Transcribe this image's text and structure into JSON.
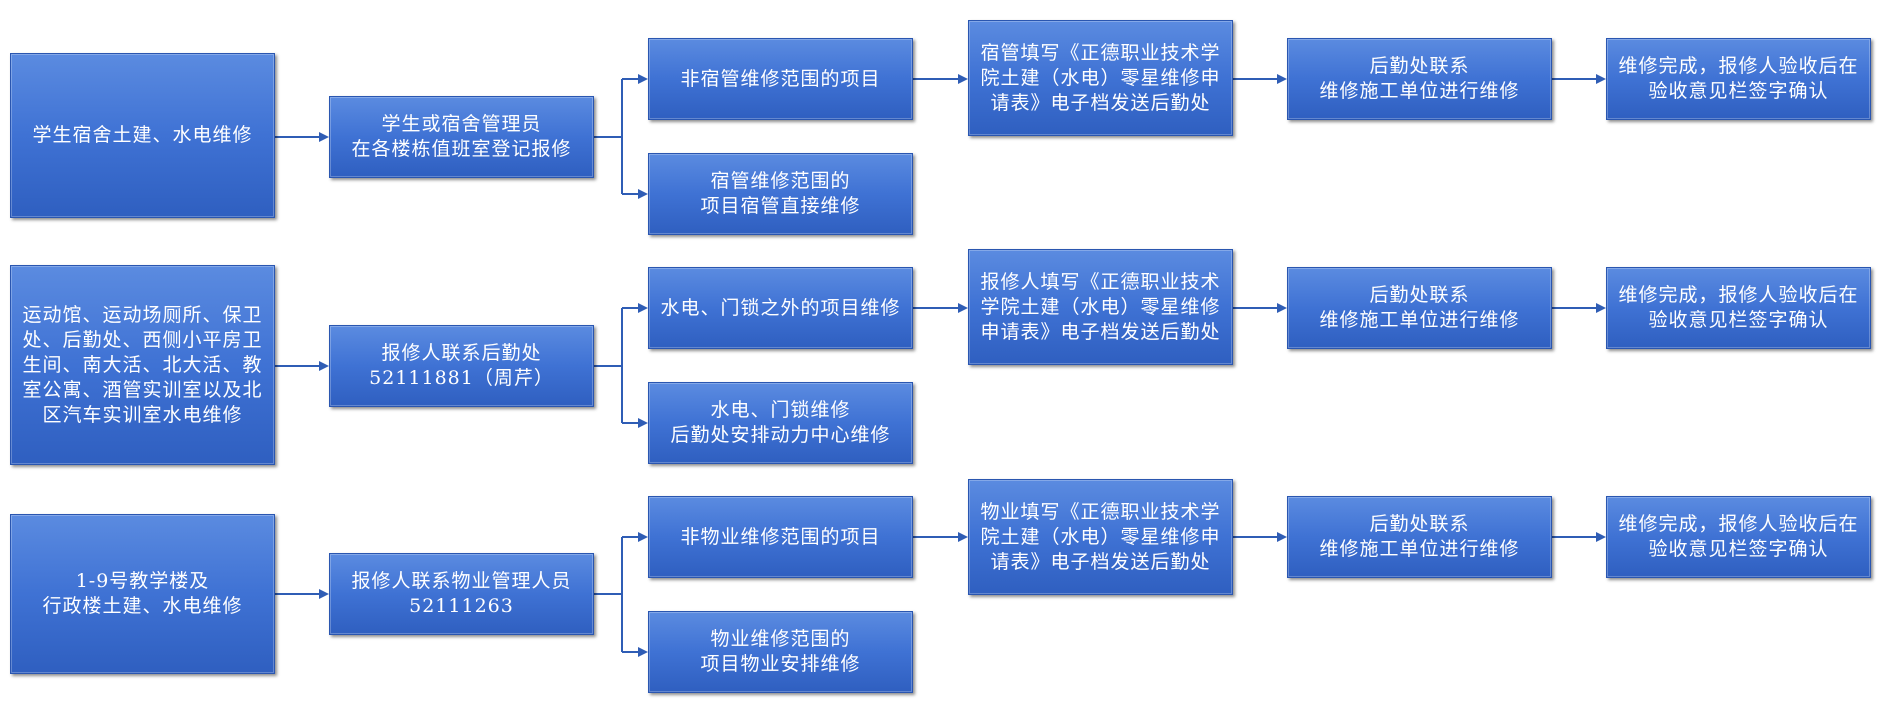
{
  "flows": [
    {
      "source": "学生宿舍土建、水电维修",
      "contact": "学生或宿舍管理员\n在各楼栋值班室登记报修",
      "branch_external": "非宿管维修范围的项目",
      "branch_internal": "宿管维修范围的\n项目宿管直接维修",
      "application": "宿管填写《正德职业技术学院土建（水电）零星维修申请表》电子档发送后勤处",
      "dispatch": "后勤处联系\n维修施工单位进行维修",
      "completion": "维修完成，报修人验收后在验收意见栏签字确认"
    },
    {
      "source": "运动馆、运动场厕所、保卫处、后勤处、西侧小平房卫生间、南大活、北大活、教室公寓、酒管实训室以及北区汽车实训室水电维修",
      "contact": "报修人联系后勤处\n52111881（周芹）",
      "branch_external": "水电、门锁之外的项目维修",
      "branch_internal": "水电、门锁维修\n后勤处安排动力中心维修",
      "application": "报修人填写《正德职业技术学院土建（水电）零星维修申请表》电子档发送后勤处",
      "dispatch": "后勤处联系\n维修施工单位进行维修",
      "completion": "维修完成，报修人验收后在验收意见栏签字确认"
    },
    {
      "source": "1-9号教学楼及\n行政楼土建、水电维修",
      "contact": "报修人联系物业管理人员\n52111263",
      "branch_external": "非物业维修范围的项目",
      "branch_internal": "物业维修范围的\n项目物业安排维修",
      "application": "物业填写《正德职业技术学院土建（水电）零星维修申请表》电子档发送后勤处",
      "dispatch": "后勤处联系\n维修施工单位进行维修",
      "completion": "维修完成，报修人验收后在验收意见栏签字确认"
    }
  ],
  "colors": {
    "box_top": "#5b8be0",
    "box_bottom": "#2f5fc0",
    "connector": "#2f5db5",
    "text": "#ffffff"
  }
}
